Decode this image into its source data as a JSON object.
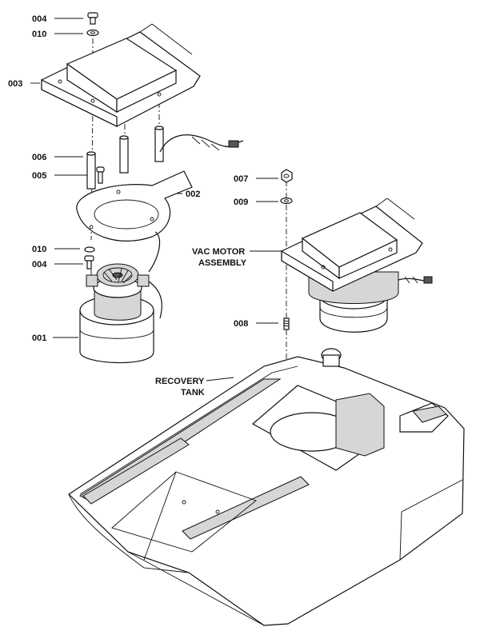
{
  "callouts": {
    "c004_top": "004",
    "c010_top": "010",
    "c003": "003",
    "c006": "006",
    "c005": "005",
    "c002": "002",
    "c010_mid": "010",
    "c004_mid": "004",
    "c001": "001",
    "c007": "007",
    "c009": "009",
    "c008": "008"
  },
  "labels": {
    "vac_motor_line1": "VAC MOTOR",
    "vac_motor_line2": "ASSEMBLY",
    "recovery_line1": "RECOVERY",
    "recovery_line2": "TANK"
  }
}
